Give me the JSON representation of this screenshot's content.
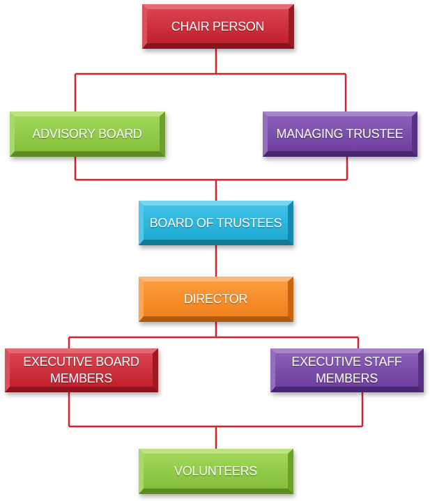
{
  "diagram": {
    "connector_color": "#d8212f",
    "nodes": {
      "chair_person": {
        "label": "CHAIR PERSON",
        "color": "red"
      },
      "advisory_board": {
        "label": "ADVISORY BOARD",
        "color": "green"
      },
      "managing_trustee": {
        "label": "MANAGING TRUSTEE",
        "color": "purple"
      },
      "board_of_trustees": {
        "label": "BOARD OF TRUSTEES",
        "color": "blue"
      },
      "director": {
        "label": "DIRECTOR",
        "color": "orange"
      },
      "executive_board_members": {
        "label": "EXECUTIVE BOARD MEMBERS",
        "color": "red"
      },
      "executive_staff_members": {
        "label": "EXECUTIVE STAFF MEMBERS",
        "color": "purple"
      },
      "volunteers": {
        "label": "VOLUNTEERS",
        "color": "green"
      }
    },
    "edges": [
      [
        "chair_person",
        "advisory_board"
      ],
      [
        "chair_person",
        "managing_trustee"
      ],
      [
        "advisory_board",
        "board_of_trustees"
      ],
      [
        "managing_trustee",
        "board_of_trustees"
      ],
      [
        "board_of_trustees",
        "director"
      ],
      [
        "director",
        "executive_board_members"
      ],
      [
        "director",
        "executive_staff_members"
      ],
      [
        "executive_board_members",
        "volunteers"
      ],
      [
        "executive_staff_members",
        "volunteers"
      ]
    ]
  }
}
